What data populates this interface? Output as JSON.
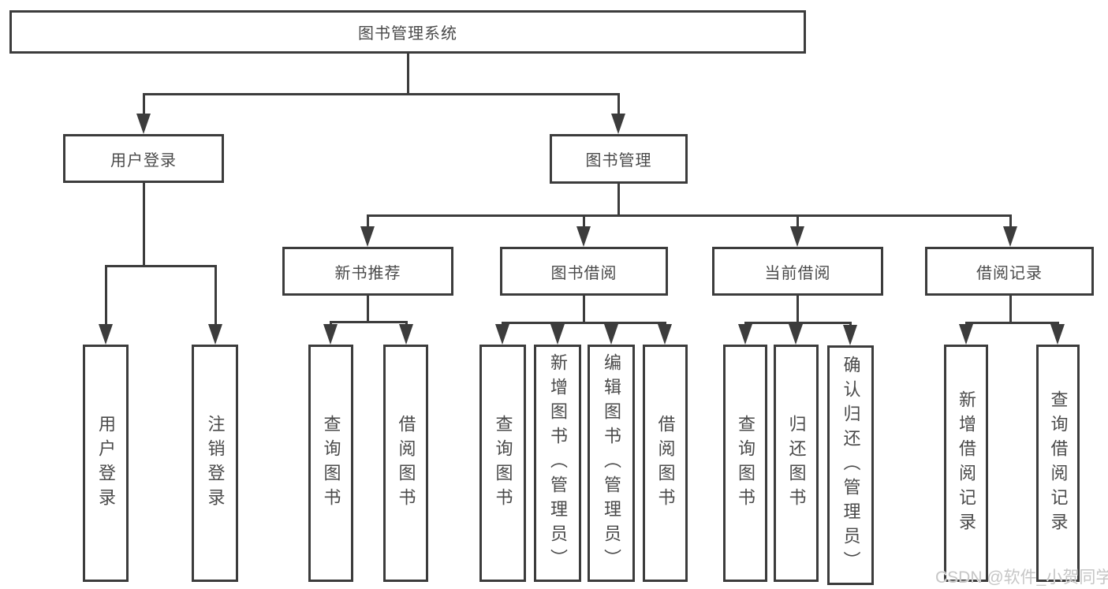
{
  "diagram": {
    "title": "图书管理系统",
    "type": "tree-structure-diagram",
    "colors": {
      "line": "#3c3c3c",
      "box_border": "#3c3c3c",
      "text": "#4a4a4a",
      "background": "#ffffff",
      "watermark": "#c6c6c6"
    },
    "watermark": "CSDN @软件_小贺同学",
    "nodes": {
      "root": {
        "label": "图书管理系统"
      },
      "user_login": {
        "label": "用户登录"
      },
      "book_mgmt": {
        "label": "图书管理"
      },
      "new_book_rec": {
        "label": "新书推荐"
      },
      "book_borrow": {
        "label": "图书借阅"
      },
      "current_borrow": {
        "label": "当前借阅"
      },
      "borrow_records": {
        "label": "借阅记录"
      },
      "user_login_leaf": {
        "label": "用户登录"
      },
      "logout_leaf": {
        "label": "注销登录"
      },
      "rec_query_books": {
        "label": "查询图书"
      },
      "rec_borrow_books": {
        "label": "借阅图书"
      },
      "bb_query_books": {
        "label": "查询图书"
      },
      "bb_add_books_admin": {
        "label": "新增图书（管理员）"
      },
      "bb_edit_books_admin": {
        "label": "编辑图书（管理员）"
      },
      "bb_borrow_books": {
        "label": "借阅图书"
      },
      "cb_query_books": {
        "label": "查询图书"
      },
      "cb_return_books": {
        "label": "归还图书"
      },
      "cb_confirm_return_admin": {
        "label": "确认归还（管理员）"
      },
      "br_add_record": {
        "label": "新增借阅记录"
      },
      "br_query_record": {
        "label": "查询借阅记录"
      }
    },
    "edges": [
      [
        "图书管理系统",
        "用户登录"
      ],
      [
        "图书管理系统",
        "图书管理"
      ],
      [
        "用户登录",
        "用户登录"
      ],
      [
        "用户登录",
        "注销登录"
      ],
      [
        "图书管理",
        "新书推荐"
      ],
      [
        "图书管理",
        "图书借阅"
      ],
      [
        "图书管理",
        "当前借阅"
      ],
      [
        "图书管理",
        "借阅记录"
      ],
      [
        "新书推荐",
        "查询图书"
      ],
      [
        "新书推荐",
        "借阅图书"
      ],
      [
        "图书借阅",
        "查询图书"
      ],
      [
        "图书借阅",
        "新增图书（管理员）"
      ],
      [
        "图书借阅",
        "编辑图书（管理员）"
      ],
      [
        "图书借阅",
        "借阅图书"
      ],
      [
        "当前借阅",
        "查询图书"
      ],
      [
        "当前借阅",
        "归还图书"
      ],
      [
        "当前借阅",
        "确认归还（管理员）"
      ],
      [
        "借阅记录",
        "新增借阅记录"
      ],
      [
        "借阅记录",
        "查询借阅记录"
      ]
    ]
  }
}
